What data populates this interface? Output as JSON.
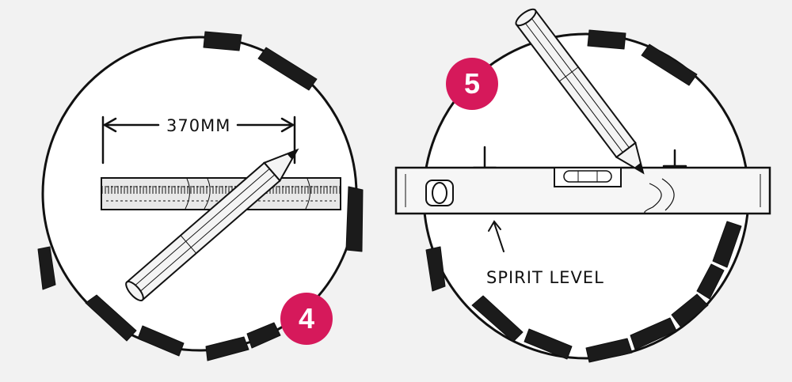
{
  "panels": [
    {
      "step": "4",
      "measurement_label": "370MM"
    },
    {
      "step": "5",
      "tool_label": "SPIRIT LEVEL"
    }
  ],
  "colors": {
    "background": "#f2f2f2",
    "ink": "#111111",
    "badge": "#d6195b",
    "paper": "#ffffff"
  }
}
